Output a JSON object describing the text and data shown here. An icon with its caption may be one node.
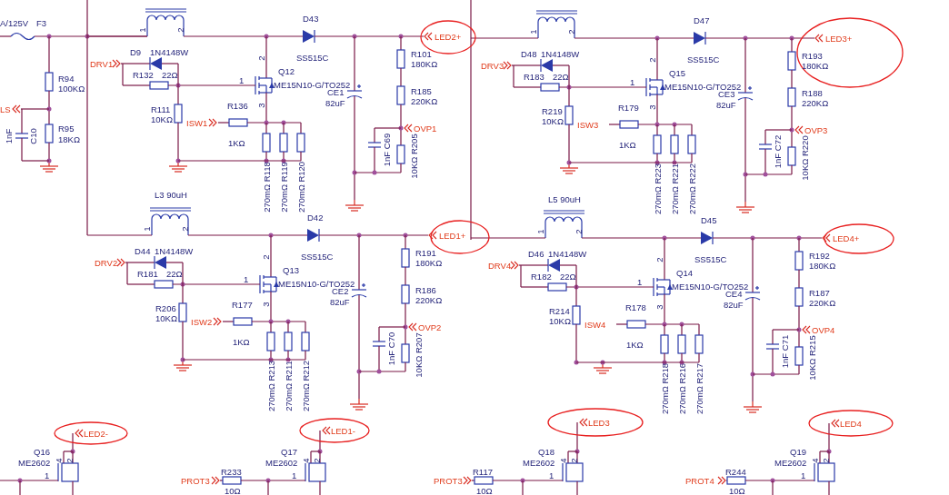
{
  "diagram": {
    "labels": [
      "A/125V",
      "F3",
      "R94",
      "100KΩ",
      "LS",
      "R95",
      "18KΩ",
      "1nF",
      "C10",
      "D43",
      "SS515C",
      "D9",
      "1N4148W",
      "DRV1",
      "R132",
      "22Ω",
      "2",
      "Q12",
      "ME15N10-G/TO252",
      "1",
      "3",
      "R111",
      "10KΩ",
      "R136",
      "ISW1",
      "1KΩ",
      "CE1",
      "82uF",
      "R101",
      "180KΩ",
      "R185",
      "220KΩ",
      "OVP1",
      "LED2+",
      "270mΩ R118",
      "270mΩ R119",
      "270mΩ R120",
      "1nF C69",
      "10KΩ R205",
      "1",
      "2",
      "D47",
      "SS515C",
      "D48",
      "1N4148W",
      "DRV3",
      "R183",
      "22Ω",
      "2",
      "Q15",
      "ME15N10-G/TO252",
      "1",
      "3",
      "R219",
      "10KΩ",
      "R179",
      "ISW3",
      "1KΩ",
      "CE3",
      "82uF",
      "R193",
      "180KΩ",
      "R188",
      "220KΩ",
      "OVP3",
      "LED3+",
      "270mΩ R223",
      "270mΩ R221",
      "270mΩ R222",
      "1nF C72",
      "10KΩ R220",
      "1",
      "2",
      "D42",
      "SS515C",
      "D44",
      "1N4148W",
      "DRV2",
      "R181",
      "22Ω",
      "2",
      "Q13",
      "ME15N10-G/TO252",
      "1",
      "3",
      "R206",
      "10KΩ",
      "R177",
      "ISW2",
      "1KΩ",
      "CE2",
      "82uF",
      "R191",
      "180KΩ",
      "R186",
      "220KΩ",
      "OVP2",
      "LED1+",
      "270mΩ R213",
      "270mΩ R211",
      "270mΩ R212",
      "1nF C70",
      "10KΩ R207",
      "1",
      "2",
      "L3 90uH",
      "D45",
      "SS515C",
      "D46",
      "1N4148W",
      "DRV4",
      "R182",
      "22Ω",
      "2",
      "Q14",
      "ME15N10-G/TO252",
      "1",
      "3",
      "R214",
      "10KΩ",
      "R178",
      "ISW4",
      "1KΩ",
      "CE4",
      "82uF",
      "R192",
      "180KΩ",
      "R187",
      "220KΩ",
      "OVP4",
      "LED4+",
      "270mΩ R218",
      "270mΩ R216",
      "270mΩ R217",
      "1nF C71",
      "10KΩ R215",
      "1",
      "2",
      "L5 90uH",
      "LED2-",
      "Q16",
      "ME2602",
      "4",
      "2",
      "1",
      "LED1-",
      "Q17",
      "ME2602",
      "4",
      "2",
      "R233",
      "PROT3",
      "1",
      "10Ω",
      "LED3",
      "Q18",
      "ME2602",
      "4",
      "2",
      "R117",
      "PROT3",
      "1",
      "10Ω",
      "LED4",
      "Q19",
      "ME2602",
      "4",
      "2",
      "R244",
      "PROT4",
      "1",
      "10Ω"
    ]
  }
}
